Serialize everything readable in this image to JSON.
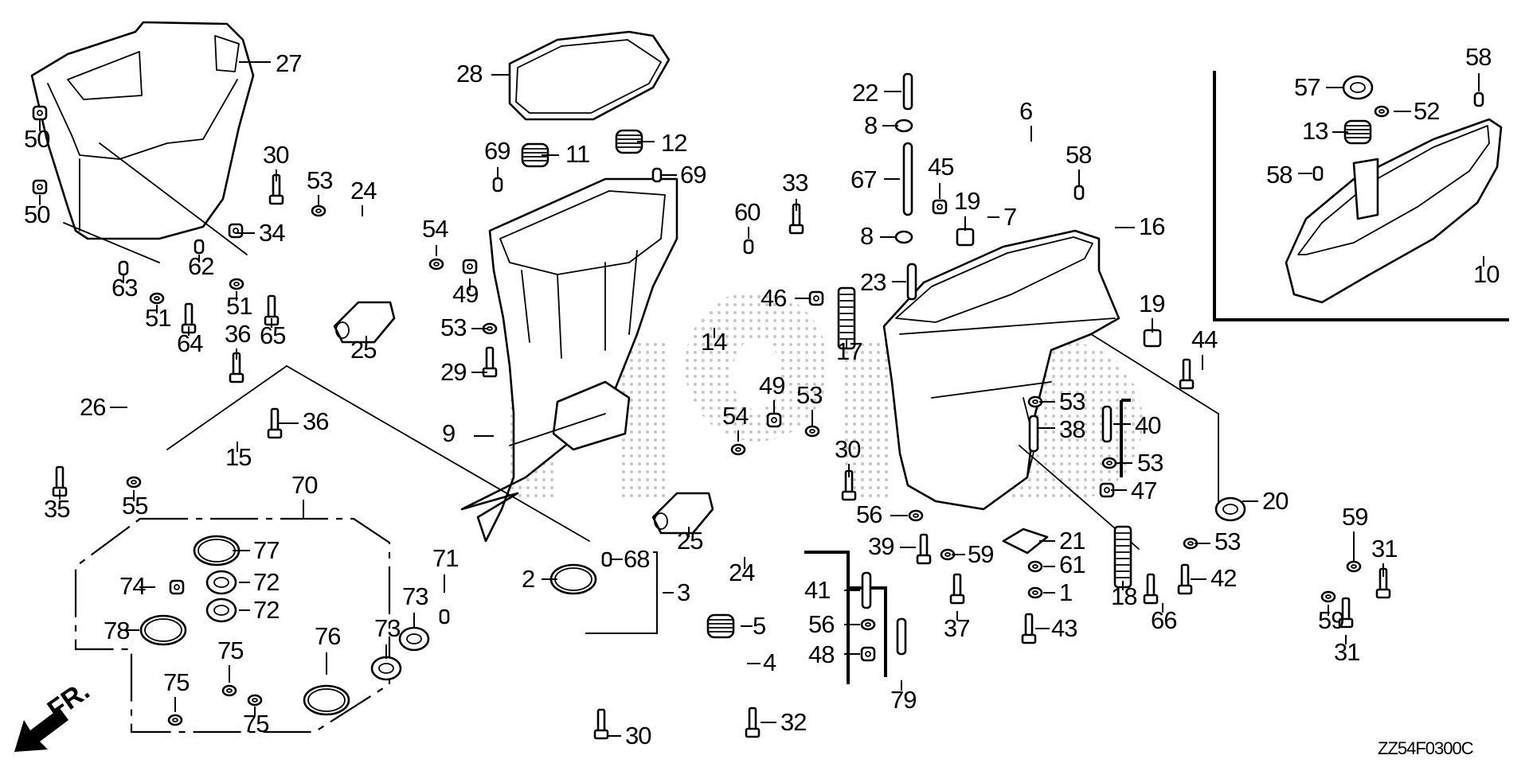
{
  "diagram": {
    "title": "Outboard lower case / extension case exploded parts diagram",
    "code": "ZZ54F0300C",
    "direction_label": "FR.",
    "watermark": "HONDA",
    "callouts": {
      "c27": "27",
      "c50a": "50",
      "c50b": "50",
      "c30a": "30",
      "c53a": "53",
      "c24a": "24",
      "c34": "34",
      "c63": "63",
      "c62": "62",
      "c51a": "51",
      "c51b": "51",
      "c64": "64",
      "c65": "65",
      "c36a": "36",
      "c36b": "36",
      "c26": "26",
      "c15": "15",
      "c35": "35",
      "c55": "55",
      "c25a": "25",
      "c54a": "54",
      "c49a": "49",
      "c53b": "53",
      "c29": "29",
      "c28": "28",
      "c69a": "69",
      "c11": "11",
      "c12": "12",
      "c69b": "69",
      "c60": "60",
      "c33": "33",
      "c14": "14",
      "c9": "9",
      "c54b": "54",
      "c49b": "49",
      "c53c": "53",
      "c30b": "30",
      "c25b": "25",
      "c24b": "24",
      "c22": "22",
      "c8a": "8",
      "c67": "67",
      "c45": "45",
      "c19a": "19",
      "c7": "7",
      "c8b": "8",
      "c23": "23",
      "c46": "46",
      "c17": "17",
      "c6": "6",
      "c58a": "58",
      "c16": "16",
      "c19b": "19",
      "c44": "44",
      "c53d": "53",
      "c38": "38",
      "c40": "40",
      "c53e": "53",
      "c47": "47",
      "c20": "20",
      "c53f": "53",
      "c42": "42",
      "c18": "18",
      "c66": "66",
      "c21": "21",
      "c61": "61",
      "c1": "1",
      "c43": "43",
      "c56a": "56",
      "c39": "39",
      "c59a": "59",
      "c37": "37",
      "c41": "41",
      "c56b": "56",
      "c48": "48",
      "c79": "79",
      "c5": "5",
      "c4": "4",
      "c32": "32",
      "c2": "2",
      "c68": "68",
      "c3": "3",
      "c30c": "30",
      "c70": "70",
      "c77": "77",
      "c74": "74",
      "c72a": "72",
      "c72b": "72",
      "c78": "78",
      "c71": "71",
      "c73a": "73",
      "c73b": "73",
      "c76": "76",
      "c75a": "75",
      "c75b": "75",
      "c75c": "75",
      "c57": "57",
      "c52": "52",
      "c13": "13",
      "c58b": "58",
      "c58c": "58",
      "c10": "10",
      "c59b": "59",
      "c31a": "31",
      "c59c": "59",
      "c31b": "31"
    }
  }
}
